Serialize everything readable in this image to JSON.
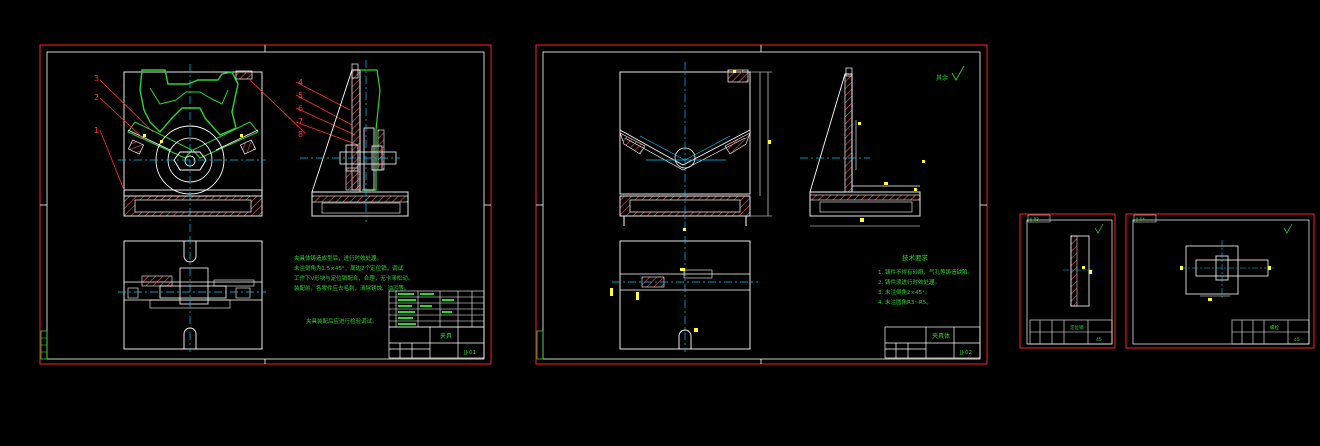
{
  "colors": {
    "background": "#000000",
    "border": "#ff2020",
    "line": "#ffffff",
    "part": "#2fd42f",
    "hatch": "#ff5050",
    "center": "#00c8ff",
    "dim": "#ffff33",
    "leader": "#ff3030",
    "magenta": "#ff40ff"
  },
  "sheet1": {
    "balloons": [
      "3",
      "2",
      "1",
      "4",
      "5",
      "6",
      "7",
      "8"
    ],
    "notes": [
      "夹具体铸造成型后，进行时效处理。",
      "未注倒角为1.5×45°，周边2个定位销，调试",
      "工作下V形块与定位销配合，合理，无卡滞松动。",
      "装配前，各零件应去毛刺，清除锈蚀、油污等。"
    ],
    "note2": "夹具装配后应进行检验调试。",
    "title_main": "夹具",
    "title_code": "JJ-01"
  },
  "sheet2": {
    "roughness": "其余",
    "notes_title": "技术要求",
    "notes": [
      "1. 铸件不得有砂眼、气孔等铸造缺陷。",
      "2. 铸件须进行时效处理。",
      "3. 未注倒角2×45°。",
      "4. 未注圆角R3~R5。"
    ],
    "title_main": "夹具体",
    "title_code": "JJ-02"
  },
  "sheet3": {
    "corner": "JJ-03",
    "title_main": "定位销",
    "title_code": "45"
  },
  "sheet4": {
    "corner": "JJ-04",
    "title_main": "螺栓",
    "title_code": "45"
  }
}
